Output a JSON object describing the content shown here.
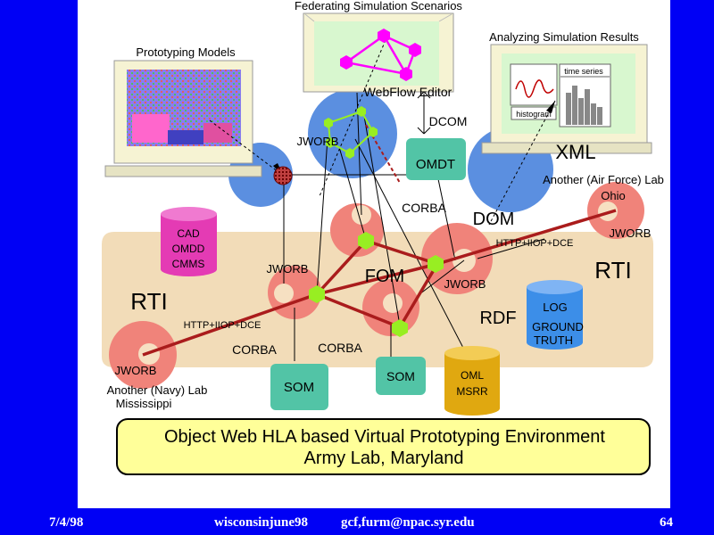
{
  "labels": {
    "federating": "Federating Simulation Scenarios",
    "prototyping": "Prototyping Models",
    "analyzing": "Analyzing Simulation Results",
    "time_series": "time series",
    "histogram": "histogram",
    "webflow_editor": "WebFlow Editor",
    "dcom": "DCOM",
    "jworb_top": "JWORB",
    "omdt": "OMDT",
    "xml": "XML",
    "air_force_lab": "Another (Air Force) Lab",
    "ohio": "Ohio",
    "jworb_ohio": "JWORB",
    "cad": "CAD",
    "omdd": "OMDD",
    "cmms": "CMMS",
    "corba_top": "CORBA",
    "dom": "DOM",
    "http_right": "HTTP+IIOP+DCE",
    "rti_right": "RTI",
    "jworb_left": "JWORB",
    "fom": "FOM",
    "jworb_center": "JWORB",
    "log": "LOG",
    "ground": "GROUND",
    "truth": "TRUTH",
    "rti_left": "RTI",
    "http_left": "HTTP+IIOP+DCE",
    "rdf": "RDF",
    "corba_left": "CORBA",
    "corba_mid": "CORBA",
    "jworb_navy": "JWORB",
    "navy_lab": "Another (Navy) Lab",
    "mississippi": "Mississippi",
    "som_left": "SOM",
    "som_right": "SOM",
    "oml": "OML",
    "msrr": "MSRR",
    "title_line1": "Object Web HLA based Virtual Prototyping Environment",
    "title_line2": "Army Lab, Maryland"
  },
  "footer": {
    "date": "7/4/98",
    "file": "wisconsinjune98",
    "email": "gcf,furm@npac.syr.edu",
    "page": "64"
  },
  "colors": {
    "background": "#0000f5",
    "band": "#f2dcb8",
    "sphere_blue": "#5b8fe0",
    "salmon": "#f0837a",
    "green_node": "#98ee22",
    "connector_red": "#aa1c1c",
    "teal_box": "#52c4a6",
    "magenta": "#e43bb4",
    "title_box": "#ffff99"
  }
}
